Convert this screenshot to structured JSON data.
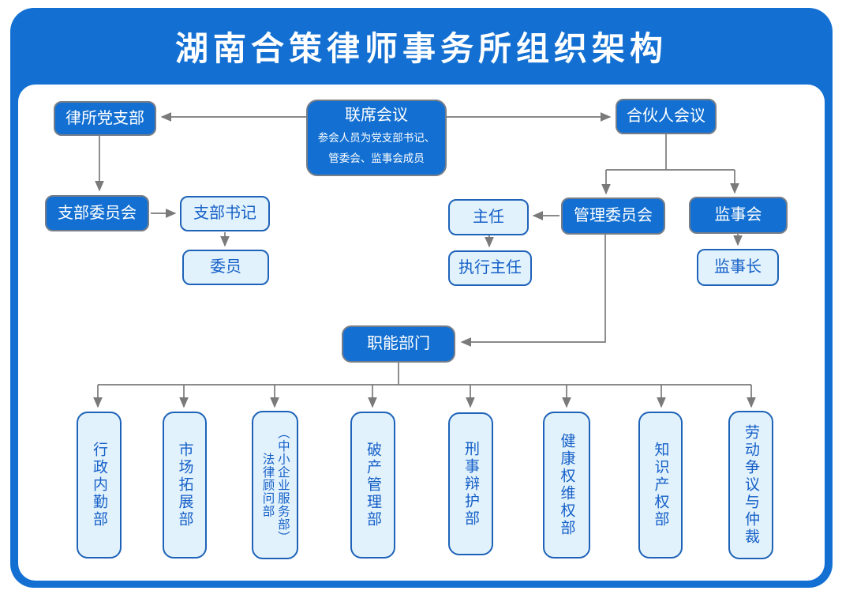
{
  "title": "湖南合策律师事务所组织架构",
  "colors": {
    "primary": "#1370d2",
    "light_fill": "#e2f2fc",
    "light_border": "#1e63b8",
    "light_text": "#1660c8",
    "line": "#7a7a7a",
    "box_border": "#767d88"
  },
  "nodes": {
    "party_branch": "律所党支部",
    "joint_meeting": "联席会议",
    "joint_meeting_note_line1": "参会人员为党支部书记、",
    "joint_meeting_note_line2": "管委会、监事会成员",
    "partners_meeting": "合伙人会议",
    "branch_committee": "支部委员会",
    "branch_secretary": "支部书记",
    "committee_member": "委员",
    "director": "主任",
    "executive_director": "执行主任",
    "management_committee": "管理委员会",
    "supervisory_board": "监事会",
    "supervisory_chair": "监事长",
    "functional_departments": "职能部门"
  },
  "departments": [
    {
      "label": "行政内勤部"
    },
    {
      "label": "市场拓展部"
    },
    {
      "label": "（中小企业服务部）\n法律顾问部"
    },
    {
      "label": "破产管理部"
    },
    {
      "label": "刑事辩护部"
    },
    {
      "label": "健康权维权部"
    },
    {
      "label": "知识产权部"
    },
    {
      "label": "劳动争议与仲裁"
    }
  ]
}
